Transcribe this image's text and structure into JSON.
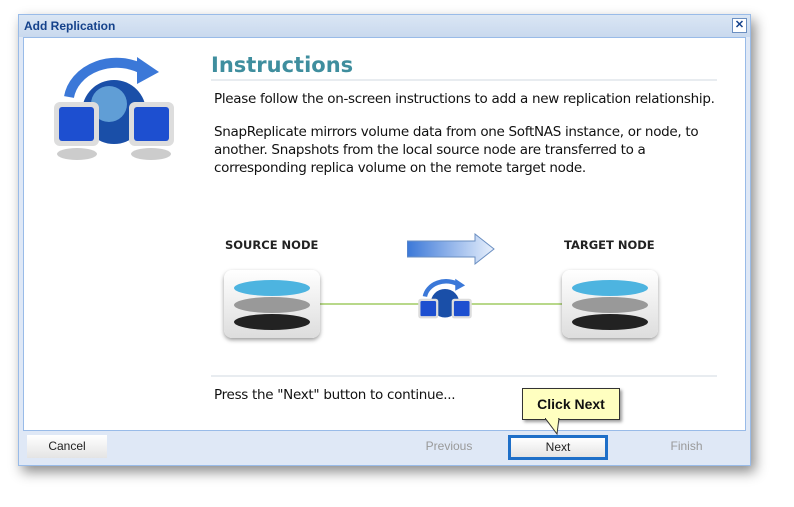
{
  "window": {
    "title": "Add Replication",
    "close_label": "✕"
  },
  "content": {
    "heading": "Instructions",
    "intro": "Please follow the on-screen instructions to add a new replication relationship.",
    "description": "SnapReplicate mirrors volume data from one SoftNAS instance, or node, to another. Snapshots from the local source node are transferred to a corresponding replica volume on the remote target node.",
    "source_label": "SOURCE NODE",
    "target_label": "TARGET NODE",
    "footer_text": "Press the \"Next\" button to continue..."
  },
  "buttons": {
    "cancel": "Cancel",
    "previous": "Previous",
    "next": "Next",
    "finish": "Finish"
  },
  "tooltip": "Click Next"
}
